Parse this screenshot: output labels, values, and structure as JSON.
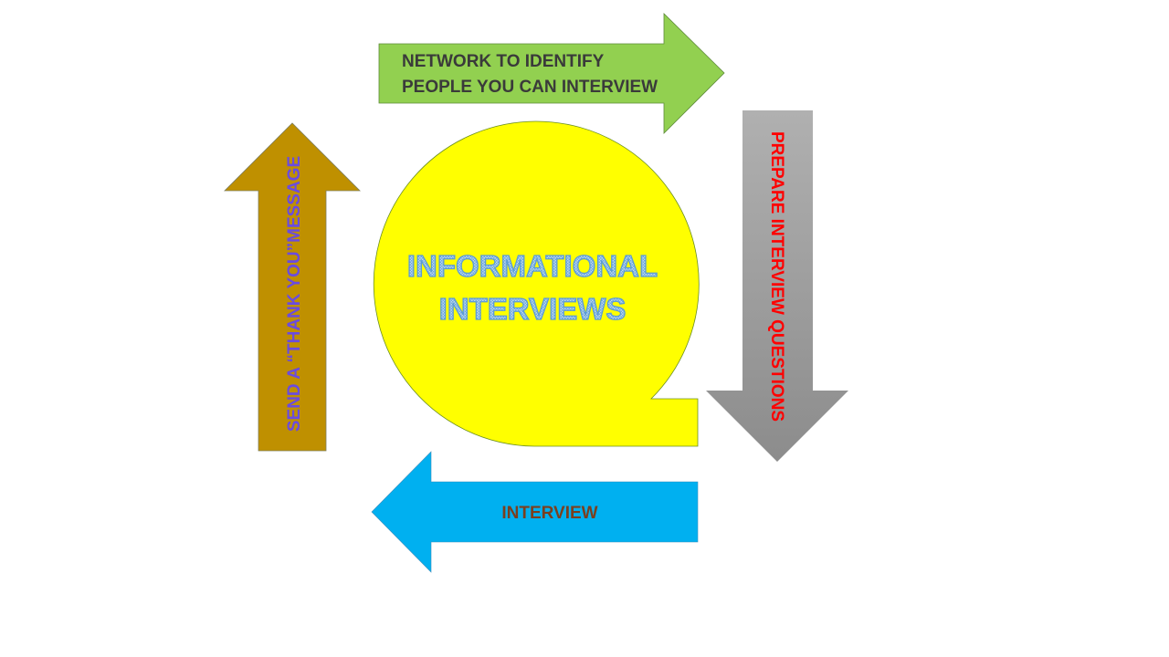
{
  "diagram": {
    "type": "cycle",
    "center": {
      "label_line1": "INFORMATIONAL",
      "label_line2": "INTERVIEWS",
      "fill": "#FFFF00",
      "text_color": "#9DC3E6",
      "text_outline": "#5B9BD5"
    },
    "steps": [
      {
        "order": 1,
        "direction": "right",
        "label_line1": "NETWORK TO IDENTIFY",
        "label_line2": "PEOPLE YOU CAN INTERVIEW",
        "fill": "#92D050",
        "text_color": "#3A3A3A"
      },
      {
        "order": 2,
        "direction": "down",
        "label": "PREPARE INTERVIEW QUESTIONS",
        "fill_top": "#B0B0B0",
        "fill_bottom": "#8C8C8C",
        "text_color": "#FF0000"
      },
      {
        "order": 3,
        "direction": "left",
        "label": "INTERVIEW",
        "fill": "#00B0F0",
        "text_color": "#7B3F1E"
      },
      {
        "order": 4,
        "direction": "up",
        "label": "SEND A “THANK YOU”MESSAGE",
        "fill": "#BF9000",
        "text_color": "#6A4BE0"
      }
    ]
  }
}
